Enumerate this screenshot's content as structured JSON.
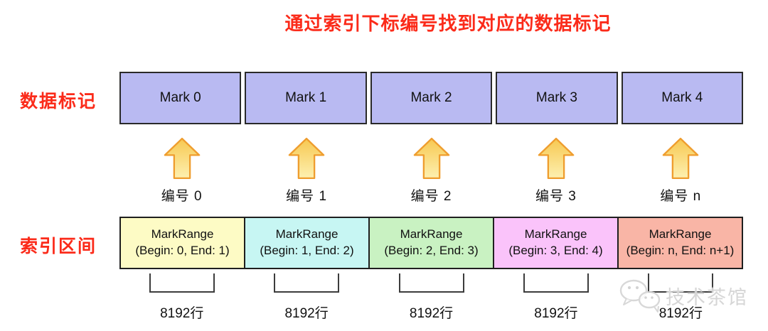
{
  "title": {
    "text": "通过索引下标编号找到对应的数据标记"
  },
  "row_labels": {
    "marks": "数据标记",
    "ranges": "索引区间"
  },
  "columns": [
    {
      "mark": "Mark 0",
      "number": "编号 0",
      "range_line1": "MarkRange",
      "range_line2": "(Begin: 0, End: 1)",
      "range_fill": "#fdfbc5",
      "rows": "8192行"
    },
    {
      "mark": "Mark 1",
      "number": "编号 1",
      "range_line1": "MarkRange",
      "range_line2": "(Begin: 1, End: 2)",
      "range_fill": "#c7f6f3",
      "rows": "8192行"
    },
    {
      "mark": "Mark 2",
      "number": "编号 2",
      "range_line1": "MarkRange",
      "range_line2": "(Begin: 2, End: 3)",
      "range_fill": "#c9f2c2",
      "rows": "8192行"
    },
    {
      "mark": "Mark 3",
      "number": "编号 3",
      "range_line1": "MarkRange",
      "range_line2": "(Begin: 3, End: 4)",
      "range_fill": "#fac3fa",
      "rows": "8192行"
    },
    {
      "mark": "Mark 4",
      "number": "编号 n",
      "range_line1": "MarkRange",
      "range_line2": "(Begin: n, End: n+1)",
      "range_fill": "#f9b5a6",
      "rows": "8192行"
    }
  ],
  "watermark": {
    "text": "技术茶馆",
    "icon": "wechat-icon"
  },
  "colors": {
    "accent_red": "#fb2b1a",
    "mark_fill": "#b9baf2",
    "arrow_fill_top": "#f7c851",
    "arrow_fill_bottom": "#fdf0b0",
    "arrow_stroke": "#ef9d2e",
    "box_border": "#1f1f1f",
    "watermark_gray": "#d6d6d6"
  }
}
